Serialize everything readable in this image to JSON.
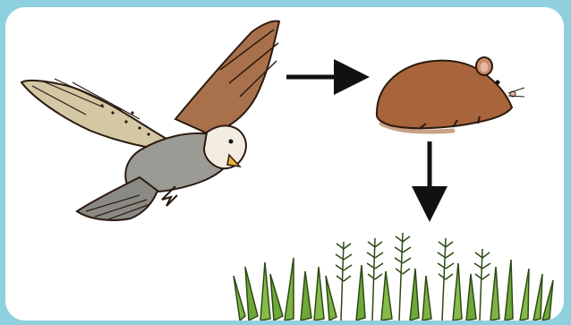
{
  "diagram": {
    "type": "food-chain",
    "nodes": [
      {
        "id": "hawk",
        "icon": "hawk-icon"
      },
      {
        "id": "mouse",
        "icon": "mouse-icon"
      },
      {
        "id": "grass",
        "icon": "grass-icon"
      }
    ],
    "edges": [
      {
        "from": "hawk",
        "to": "mouse"
      },
      {
        "from": "mouse",
        "to": "grass"
      }
    ]
  },
  "colors": {
    "frame": "#8fd0de",
    "panel": "#ffffff",
    "arrow": "#111111",
    "hawk_wing": "#a9714b",
    "hawk_body": "#9b9b95",
    "mouse": "#a8643a",
    "grass": "#6fa83a"
  }
}
